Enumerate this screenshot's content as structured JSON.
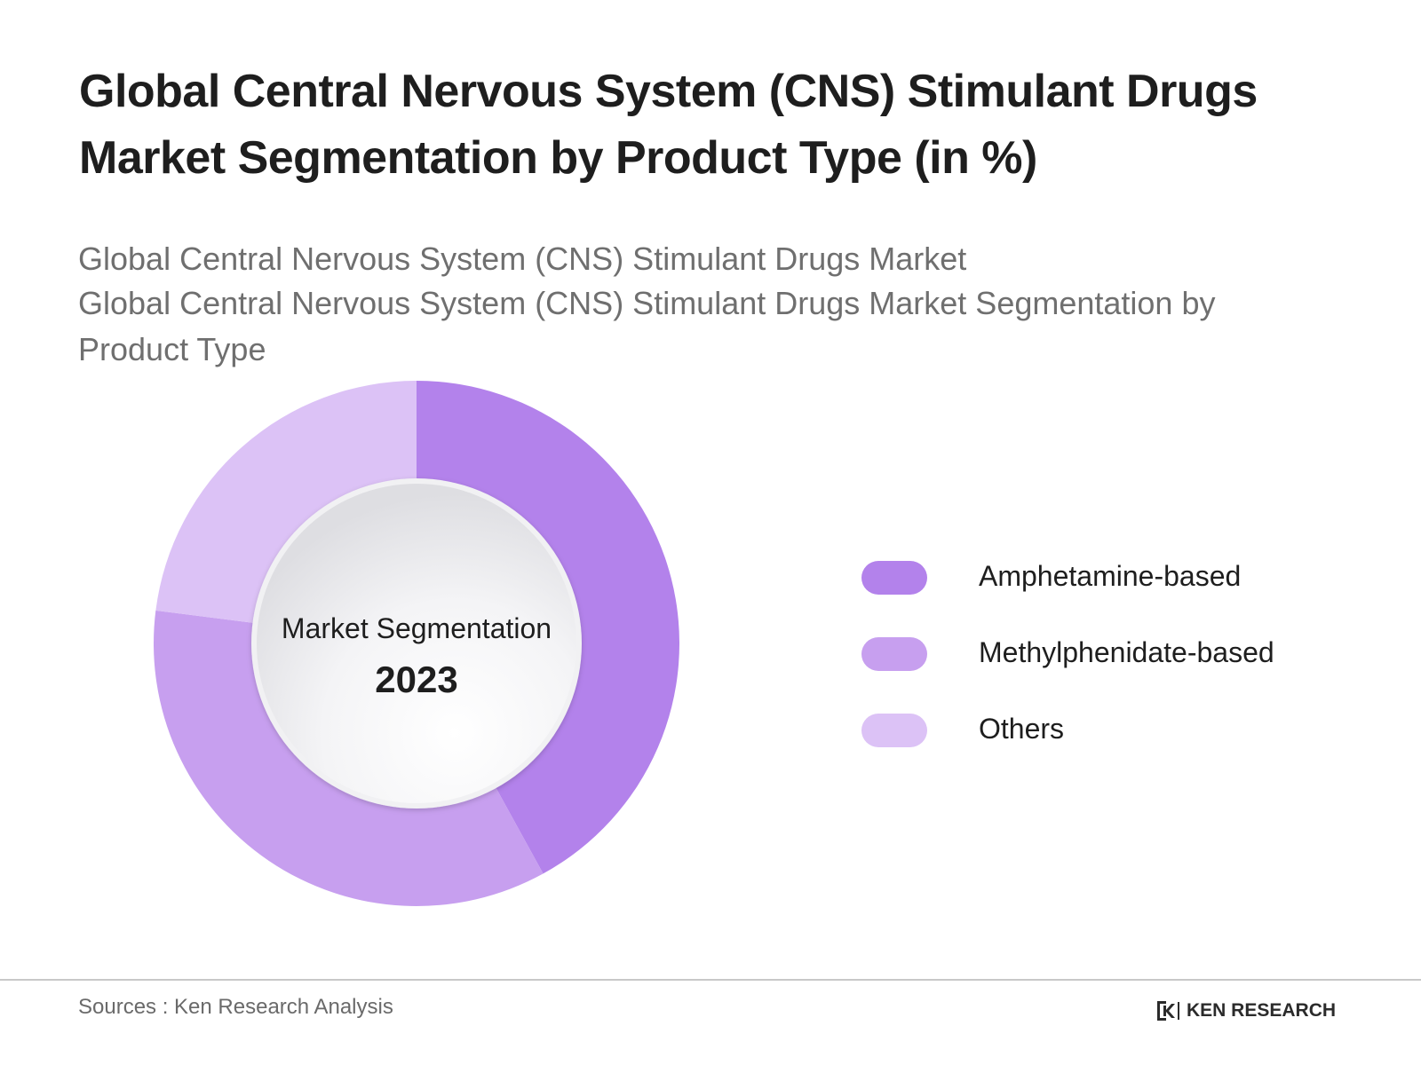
{
  "title": "Global Central Nervous System (CNS) Stimulant Drugs Market Segmentation by Product Type (in %)",
  "subtitle": {
    "line1": "Global Central Nervous System (CNS) Stimulant Drugs Market",
    "line2": "Global Central Nervous System (CNS) Stimulant Drugs Market Segmentation by Product Type"
  },
  "center": {
    "label": "Market Segmentation",
    "year": "2023"
  },
  "chart_data": {
    "type": "pie",
    "donut": true,
    "categories": [
      "Amphetamine-based",
      "Methylphenidate-based",
      "Others"
    ],
    "values": [
      42,
      35,
      23
    ],
    "colors": [
      "#b382eb",
      "#c79fef",
      "#dcc2f6"
    ],
    "legend_position": "right"
  },
  "footer": {
    "source": "Sources : Ken Research Analysis",
    "brand": "KEN RESEARCH"
  }
}
